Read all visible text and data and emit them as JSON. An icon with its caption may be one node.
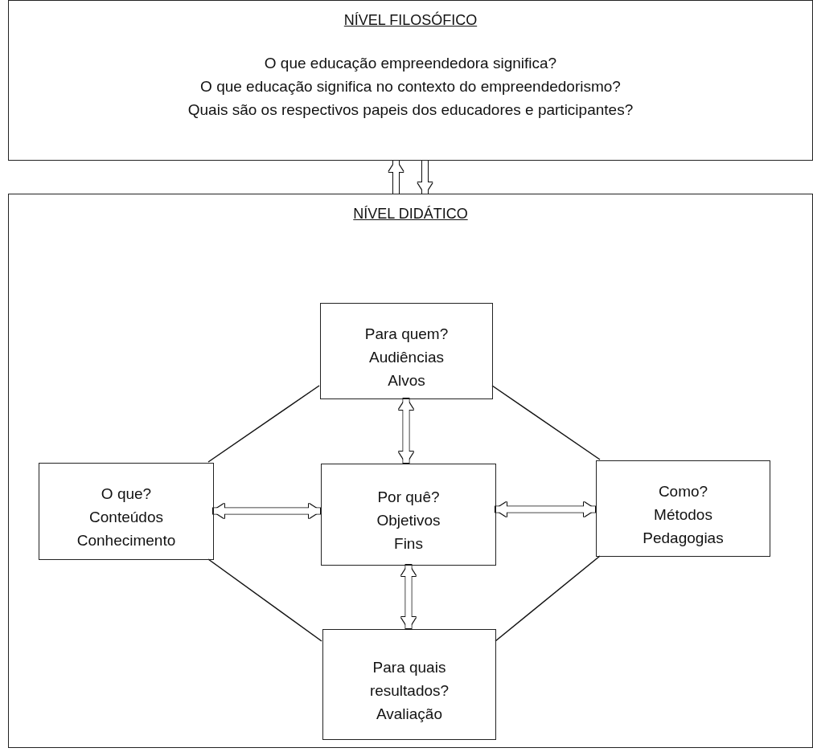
{
  "diagram": {
    "nodes": [
      {
        "text": [
          "NÍVEL FILOSÓFICO",
          "O que educação empreendedora significa?",
          "O que educação significa no contexto do empreendedorismo?",
          "Quais são os respectivos papeis dos educadores e participantes?"
        ]
      },
      {
        "text": [
          "NÍVEL DIDÁTICO"
        ]
      },
      {
        "text": [
          "Para quem?",
          "Audiências",
          "Alvos"
        ],
        "in": 1
      },
      {
        "text": [
          "O que?",
          "Conteúdos",
          "Conhecimento"
        ],
        "in": 1
      },
      {
        "text": [
          "Por quê?",
          "Objetivos",
          "Fins"
        ],
        "in": 1
      },
      {
        "text": [
          "Como?",
          "Métodos",
          "Pedagogias"
        ],
        "in": 1
      },
      {
        "text": [
          "Para quais resultados?",
          "Avaliação"
        ],
        "in": 1
      }
    ],
    "edges": [
      {
        "from": 1,
        "to": 0,
        "arrow": "to"
      },
      {
        "from": 0,
        "to": 1,
        "arrow": "to"
      },
      {
        "from": 2,
        "to": 4,
        "arrow": "both"
      },
      {
        "from": 3,
        "to": 4,
        "arrow": "both"
      },
      {
        "from": 4,
        "to": 5,
        "arrow": "both"
      },
      {
        "from": 4,
        "to": 6,
        "arrow": "both"
      },
      {
        "from": 2,
        "to": 3,
        "arrow": "none"
      },
      {
        "from": 2,
        "to": 5,
        "arrow": "none"
      },
      {
        "from": 3,
        "to": 6,
        "arrow": "none"
      },
      {
        "from": 5,
        "to": 6,
        "arrow": "none"
      }
    ]
  }
}
